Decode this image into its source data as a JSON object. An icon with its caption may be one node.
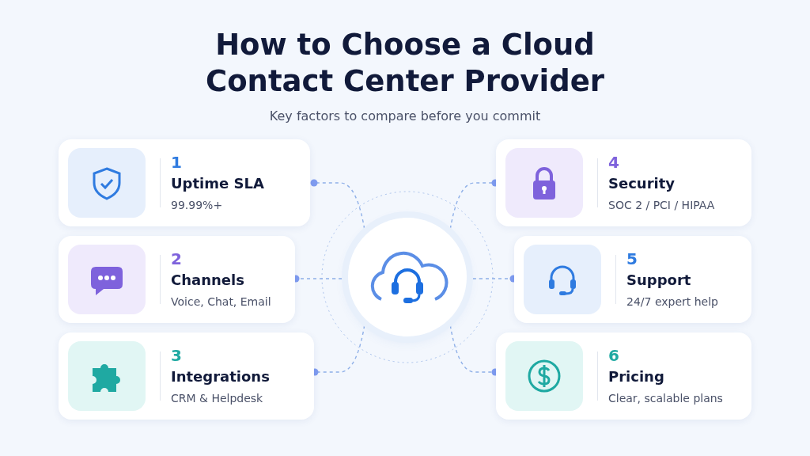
{
  "diagram": {
    "title": "How to Choose a Cloud Contact Center Provider",
    "nodes": [
      {
        "text": [],
        "shape": "picture"
      },
      {
        "text": [
          "1",
          "Uptime SLA",
          "99.99%+"
        ]
      },
      {
        "text": [
          "2",
          "Channels",
          "Voice, Chat, Email"
        ]
      },
      {
        "text": [
          "3",
          "Integrations",
          "CRM & Helpdesk"
        ]
      },
      {
        "text": [
          "4",
          "Security",
          "SOC 2 / PCI / HIPAA"
        ]
      },
      {
        "text": [
          "5",
          "Support",
          "24/7 expert help"
        ]
      },
      {
        "text": [
          "6",
          "Pricing",
          "Clear, scalable plans"
        ]
      }
    ],
    "edges": [
      {
        "from": 0,
        "to": 1,
        "arrow": "other",
        "style": "dashed"
      },
      {
        "from": 0,
        "to": 2,
        "arrow": "other",
        "style": "dashed"
      },
      {
        "from": 0,
        "to": 3,
        "arrow": "other",
        "style": "dashed"
      },
      {
        "from": 0,
        "to": 4,
        "arrow": "other",
        "style": "dashed"
      },
      {
        "from": 0,
        "to": 5,
        "arrow": "other",
        "style": "dashed"
      },
      {
        "from": 0,
        "to": 6,
        "arrow": "other",
        "style": "dashed"
      }
    ],
    "labels": [
      "Key factors to compare before you commit"
    ]
  }
}
